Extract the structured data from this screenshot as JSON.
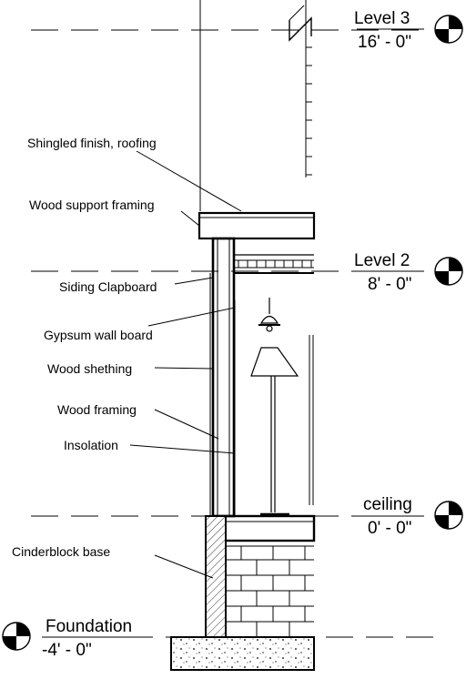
{
  "annotations": {
    "shingled_finish": "Shingled finish, roofing",
    "wood_support_framing": "Wood support framing",
    "siding_clapboard": "Siding Clapboard",
    "gypsum_wall_board": "Gypsum wall board",
    "wood_shething": "Wood shething",
    "wood_framing": "Wood framing",
    "insolation": "Insolation",
    "cinderblock_base": "Cinderblock base"
  },
  "levels": {
    "level3": {
      "name": "Level 3",
      "elevation": "16' - 0\""
    },
    "level2": {
      "name": "Level 2",
      "elevation": "8' - 0\""
    },
    "ceiling": {
      "name": "ceiling",
      "elevation": "0' - 0\""
    },
    "foundation": {
      "name": "Foundation",
      "elevation": "-4' - 0\""
    }
  }
}
